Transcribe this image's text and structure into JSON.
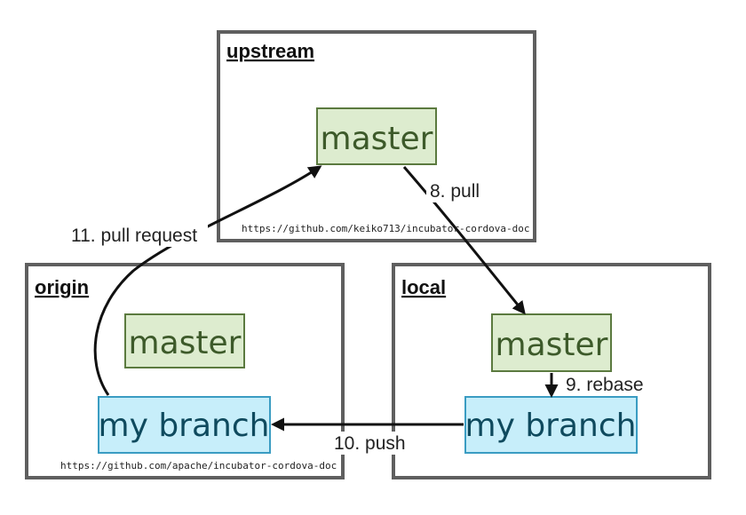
{
  "repos": {
    "upstream": {
      "title": "upstream",
      "url": "https://github.com/keiko713/incubator-cordova-doc",
      "master_label": "master"
    },
    "origin": {
      "title": "origin",
      "url": "https://github.com/apache/incubator-cordova-doc",
      "master_label": "master",
      "branch_label": "my branch"
    },
    "local": {
      "title": "local",
      "master_label": "master",
      "branch_label": "my branch"
    }
  },
  "steps": {
    "pull": "8. pull",
    "rebase": "9. rebase",
    "push": "10. push",
    "pull_request": "11. pull request"
  },
  "colors": {
    "frame": "#5f5f5f",
    "master_fill": "#ddeccf",
    "master_stroke": "#5b7a3f",
    "branch_fill": "#c7eefa",
    "branch_stroke": "#3a9cc2",
    "arrow": "#111111"
  }
}
